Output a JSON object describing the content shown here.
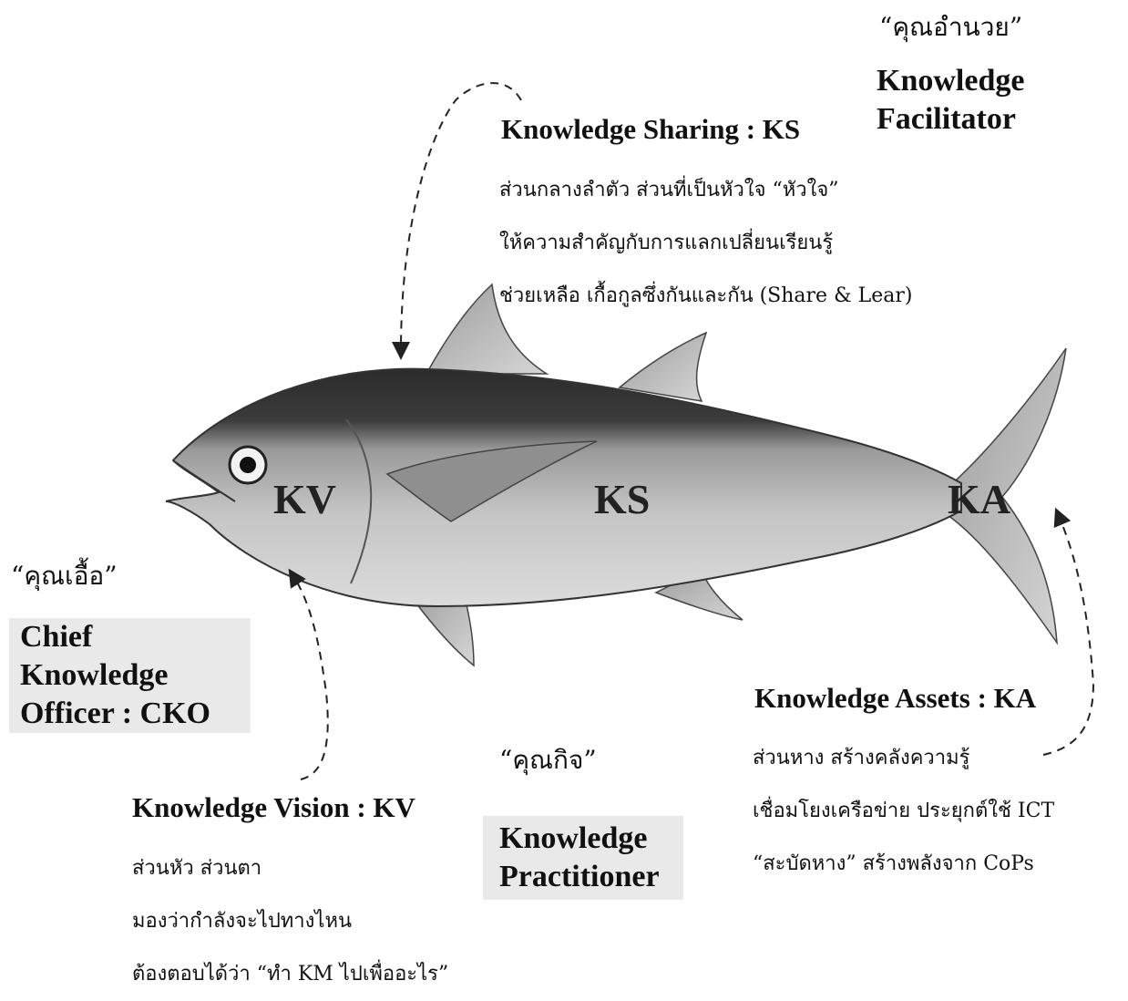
{
  "roles": {
    "facilitator": {
      "thai": "“คุณอำนวย”",
      "english": [
        "Knowledge",
        "Facilitator"
      ]
    },
    "chief": {
      "thai": "“คุณเอื้อ”",
      "english": [
        "Chief",
        "Knowledge",
        "Officer : CKO"
      ]
    },
    "practitioner": {
      "thai": "“คุณกิจ”",
      "english": [
        "Knowledge",
        "Practitioner"
      ]
    }
  },
  "sections": {
    "sharing": {
      "heading": "Knowledge Sharing : KS",
      "lines": [
        "ส่วนกลางลำตัว ส่วนที่เป็นหัวใจ “หัวใจ”",
        "ให้ความสำคัญกับการแลกเปลี่ยนเรียนรู้",
        "ช่วยเหลือ เกื้อกูลซึ่งกันและกัน (Share & Lear)"
      ]
    },
    "vision": {
      "heading": "Knowledge Vision : KV",
      "lines": [
        "ส่วนหัว  ส่วนตา",
        "มองว่ากำลังจะไปทางไหน",
        "ต้องตอบได้ว่า “ทำ KM ไปเพื่ออะไร”"
      ]
    },
    "assets": {
      "heading": "Knowledge Assets : KA",
      "lines": [
        "ส่วนหาง สร้างคลังความรู้",
        "เชื่อมโยงเครือข่าย ประยุกต์ใช้ ICT",
        "“สะบัดหาง” สร้างพลังจาก CoPs"
      ]
    }
  },
  "fish_labels": {
    "head": "KV",
    "body": "KS",
    "tail": "KA"
  }
}
